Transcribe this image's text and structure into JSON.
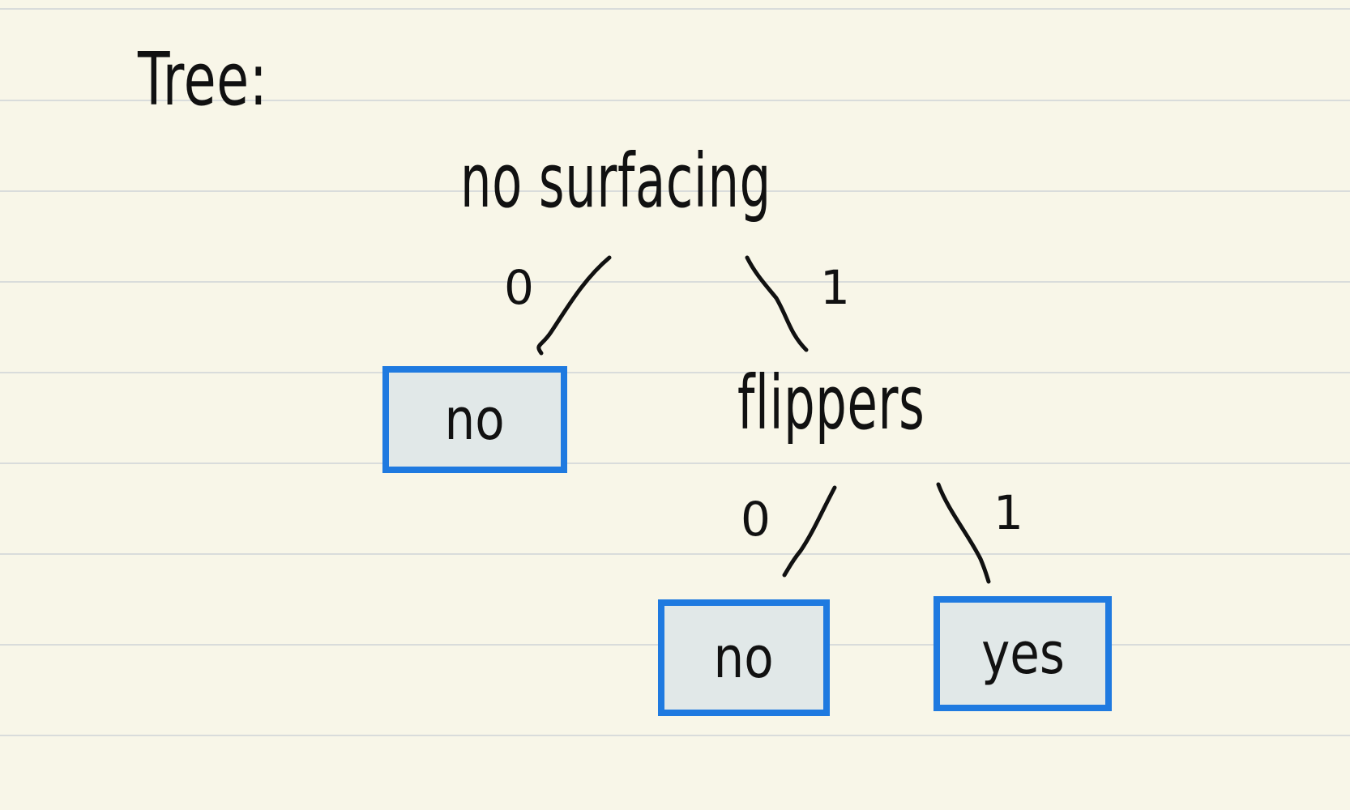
{
  "title": "Tree:",
  "root": {
    "label": "no surfacing",
    "left_edge_label": "0",
    "right_edge_label": "1",
    "left_leaf": "no"
  },
  "flippers": {
    "label": "flippers",
    "left_edge_label": "0",
    "right_edge_label": "1",
    "left_leaf": "no",
    "right_leaf": "yes"
  },
  "colors": {
    "paper": "#f8f6e8",
    "rule_line": "#d9dcdb",
    "ink": "#111111",
    "leaf_border": "#1f7ae0",
    "leaf_fill": "#e1e8e8"
  }
}
